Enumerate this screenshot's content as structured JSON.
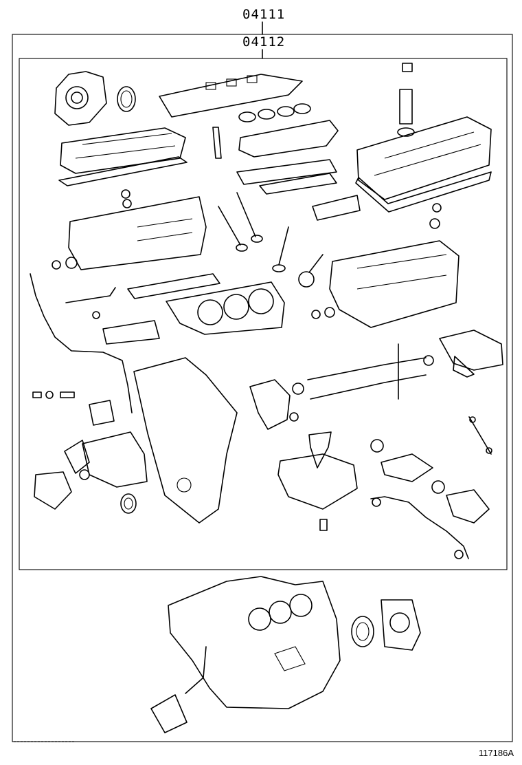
{
  "diagram": {
    "outer_kit_code": "04111",
    "inner_kit_code": "04112",
    "reference_number": "117186A"
  }
}
